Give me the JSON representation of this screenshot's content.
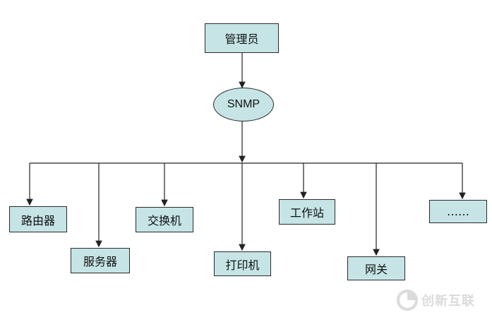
{
  "root": {
    "label": "管理员"
  },
  "protocol": {
    "label": "SNMP"
  },
  "devices": [
    {
      "id": "router",
      "label": "路由器"
    },
    {
      "id": "server",
      "label": "服务器"
    },
    {
      "id": "switch",
      "label": "交换机"
    },
    {
      "id": "printer",
      "label": "打印机"
    },
    {
      "id": "workstation",
      "label": "工作站"
    },
    {
      "id": "gateway",
      "label": "网关"
    },
    {
      "id": "more",
      "label": "……"
    }
  ],
  "watermark": {
    "text": "创新互联"
  },
  "colors": {
    "node_fill": "#c6e4e6",
    "stroke": "#2a2a2a",
    "watermark": "#b0b0b0"
  }
}
